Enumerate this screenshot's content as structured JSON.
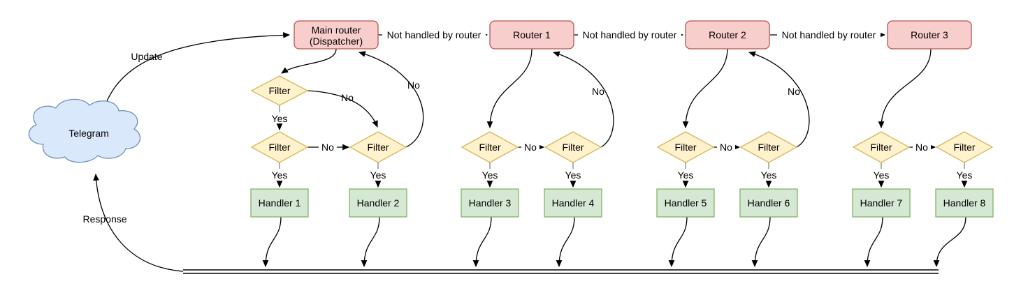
{
  "diagram": {
    "cloud": {
      "label": "Telegram"
    },
    "strings": {
      "update": "Update",
      "response": "Response",
      "not_handled": "Not handled by router",
      "yes": "Yes",
      "no": "No",
      "filter": "Filter"
    },
    "routers": [
      {
        "label_line1": "Main router",
        "label_line2": "(Dispatcher)"
      },
      {
        "label": "Router 1"
      },
      {
        "label": "Router 2"
      },
      {
        "label": "Router 3"
      }
    ],
    "handlers": [
      "Handler 1",
      "Handler 2",
      "Handler 3",
      "Handler 4",
      "Handler 5",
      "Handler 6",
      "Handler 7",
      "Handler 8"
    ],
    "colors": {
      "router_fill": "#f8cecc",
      "router_stroke": "#b85450",
      "filter_fill": "#fff2cc",
      "filter_stroke": "#d6b656",
      "handler_fill": "#d5e8d4",
      "handler_stroke": "#82b366",
      "cloud_fill": "#dae8fc",
      "cloud_stroke": "#6c8ebf",
      "edge": "#000000",
      "stub": "#999999"
    }
  }
}
